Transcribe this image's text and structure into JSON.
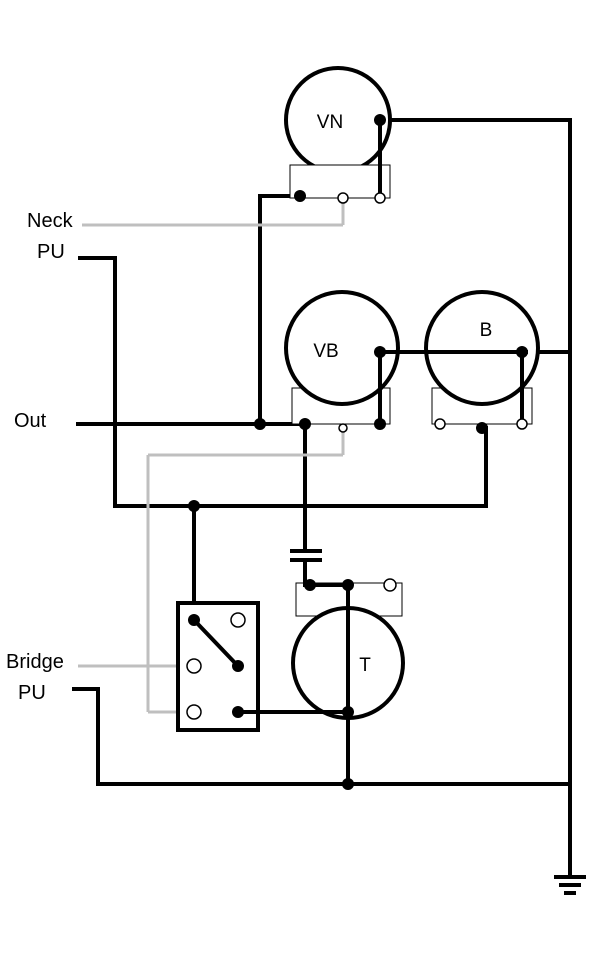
{
  "labels": {
    "neck": "Neck",
    "neck_pu": "PU",
    "out": "Out",
    "bridge": "Bridge",
    "bridge_pu": "PU"
  },
  "pots": {
    "vn": "VN",
    "vb": "VB",
    "b": "B",
    "t": "T"
  },
  "colors": {
    "wire": "#000000",
    "pickup_lead": "#bfbfbf",
    "background": "#ffffff"
  }
}
